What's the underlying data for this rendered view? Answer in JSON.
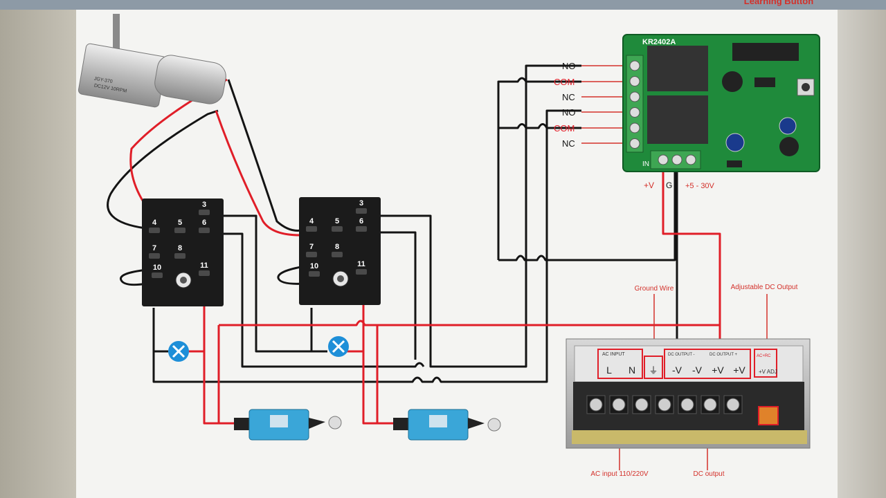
{
  "title_top": "Learning Button",
  "receiver": {
    "model": "KR2402A",
    "terminals": [
      "NO",
      "COM",
      "NC",
      "NO",
      "COM",
      "NC"
    ],
    "power_labels": {
      "plus": "+V",
      "ground": "G",
      "range": "+5 - 30V"
    },
    "in_label": "IN"
  },
  "motor": {
    "label_lines": [
      "JGY-370",
      "DC12V 10RPM"
    ]
  },
  "relay_sockets": [
    {
      "pins": [
        "3",
        "4",
        "5",
        "6",
        "7",
        "8",
        "10",
        "11"
      ]
    },
    {
      "pins": [
        "3",
        "4",
        "5",
        "6",
        "7",
        "8",
        "10",
        "11"
      ]
    }
  ],
  "power_supply": {
    "annotations": {
      "ground_wire": "Ground Wire",
      "adjustable_dc": "Adjustable DC Output",
      "ac_input": "AC input 110/220V",
      "dc_output": "DC output"
    },
    "panel_labels": {
      "ac_input_header": "AC INPUT",
      "dc_output_minus_header": "DC OUTPUT -",
      "dc_output_plus_header": "DC OUTPUT +",
      "adj_header": "AC+RC",
      "adj": "+V ADJ"
    },
    "terminals": [
      "L",
      "N",
      "⏚",
      "-V",
      "-V",
      "+V",
      "+V"
    ]
  },
  "colors": {
    "wire_red": "#e01e28",
    "wire_black": "#141414",
    "board_green": "#1f8a3b",
    "lamp_blue": "#1e8fd8",
    "switch_blue": "#3aa6d8",
    "annotation_red": "#d3302a"
  }
}
